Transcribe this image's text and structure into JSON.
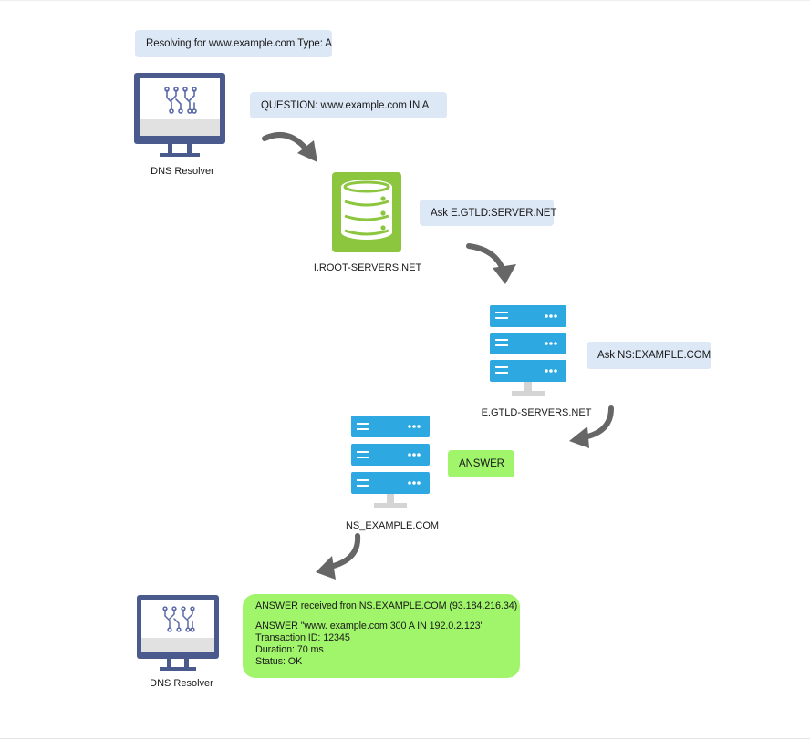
{
  "header_note": "Resolving for www.example.com  Type: A",
  "question": "QUESTION: www.example.com IN A",
  "ask_gtld": "Ask E.GTLD:SERVER.NET",
  "ask_ns": "Ask NS:EXAMPLE.COM",
  "answer_badge": "ANSWER",
  "nodes": {
    "resolver_top": "DNS Resolver",
    "root": "I.ROOT-SERVERS.NET",
    "gtld": "E.GTLD-SERVERS.NET",
    "ns": "NS_EXAMPLE.COM",
    "resolver_bottom": "DNS Resolver"
  },
  "answer": {
    "received": "ANSWER received fron NS.EXAMPLE.COM (93.184.216.34)",
    "record": "ANSWER \"www. example.com 300 A IN 192.0.2.123\"",
    "transaction": "Transaction ID: 12345",
    "duration": "Duration: 70 ms",
    "status": "Status: OK"
  },
  "colors": {
    "bubble": "#dde8f7",
    "answer_green": "#a0f56a",
    "monitor": "#4a5a8c",
    "database": "#8cc63f",
    "server": "#2ea8e0",
    "arrow": "#666666"
  },
  "icons": [
    "monitor-icon",
    "database-icon",
    "server-rack-icon",
    "curved-arrow-icon"
  ]
}
